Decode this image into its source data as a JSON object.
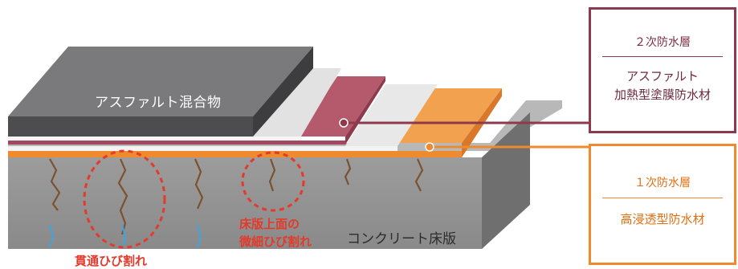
{
  "labels": {
    "asphalt_mix": "アスファルト混合物",
    "concrete_slab": "コンクリート床版",
    "micro_crack_line1": "床版上面の",
    "micro_crack_line2": "微細ひび割れ",
    "through_crack": "貫通ひび割れ"
  },
  "secondary_layer": {
    "title": "２次防水層",
    "line1": "アスファルト",
    "line2": "加熱型塗膜防水材",
    "color": "#8e3a4e"
  },
  "primary_layer": {
    "title": "１次防水層",
    "line1": "高浸透型防水材",
    "color": "#f08a2e"
  },
  "colors": {
    "crack_brown": "#7a5230",
    "water_blue": "#3aa6e6",
    "highlight_red": "#e23a2b"
  }
}
